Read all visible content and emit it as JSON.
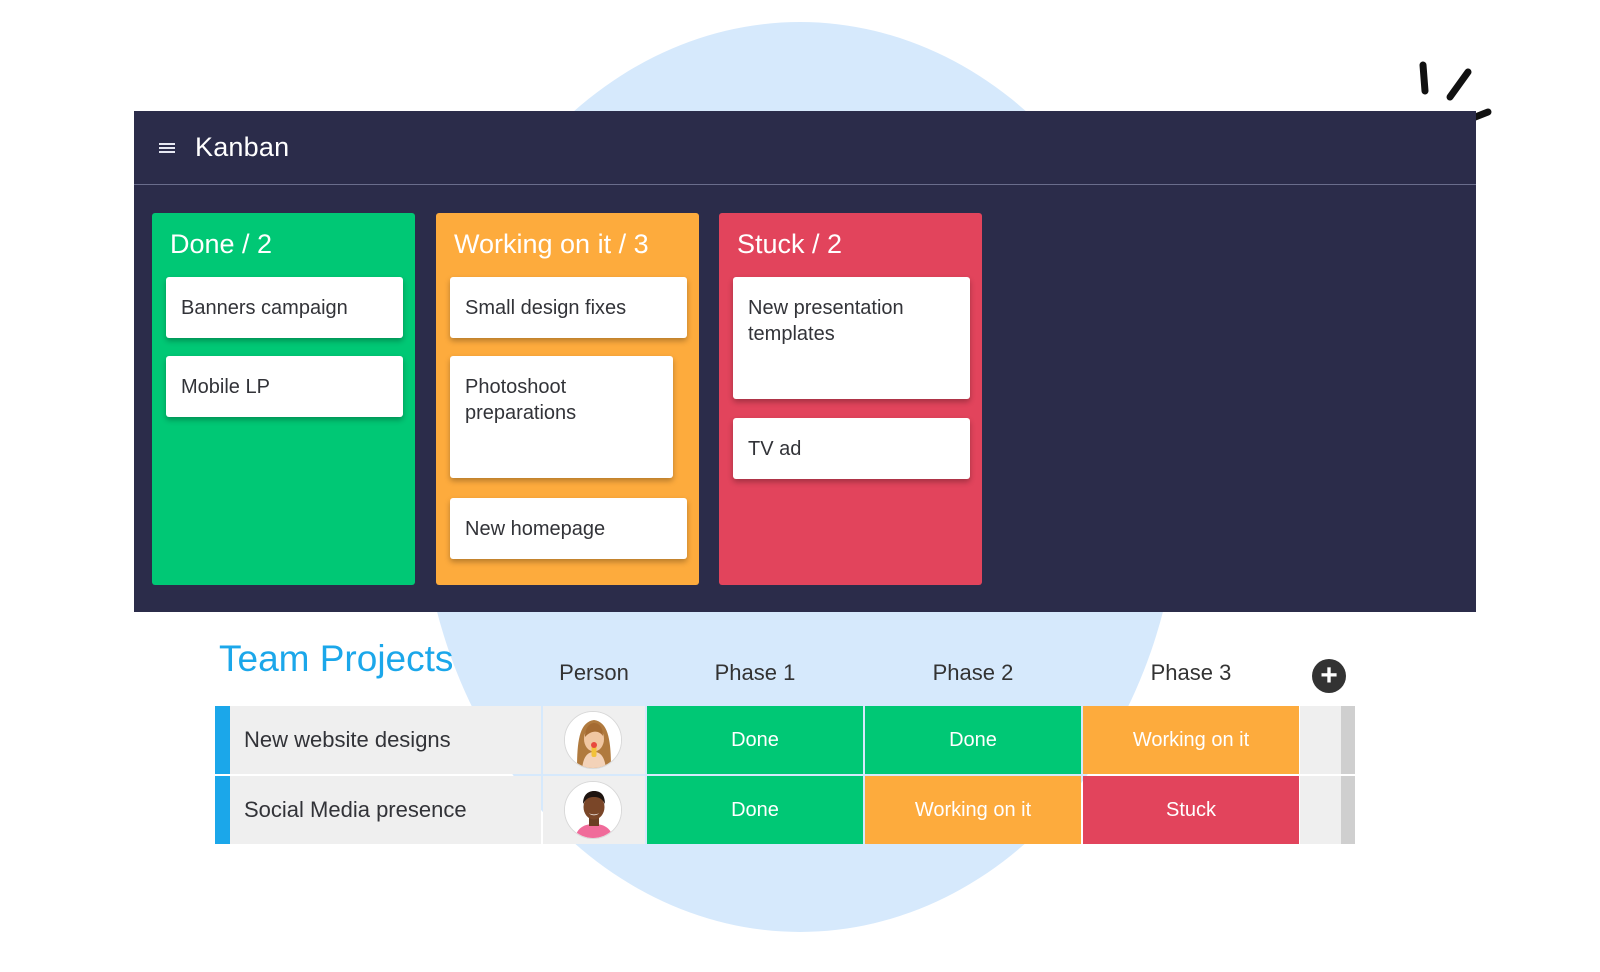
{
  "colors": {
    "board_bg": "#2b2c4a",
    "done": "#00c875",
    "working": "#fdab3d",
    "stuck": "#e2445c",
    "accent": "#1ba7ea",
    "bg_circle": "#d6e9fc"
  },
  "kanban": {
    "title": "Kanban",
    "menu_icon": "hamburger-menu-icon",
    "columns": [
      {
        "title": "Done / 2",
        "status": "done",
        "cards": [
          "Banners campaign",
          "Mobile LP"
        ]
      },
      {
        "title": "Working on it / 3",
        "status": "working",
        "cards": [
          "Small design fixes",
          "Photoshoot preparations",
          "New homepage"
        ]
      },
      {
        "title": "Stuck / 2",
        "status": "stuck",
        "cards": [
          "New presentation templates",
          "TV ad"
        ]
      }
    ]
  },
  "team_projects": {
    "title": "Team Projects",
    "headers": [
      "Person",
      "Phase 1",
      "Phase 2",
      "Phase 3"
    ],
    "add_icon": "plus-circle-icon",
    "rows": [
      {
        "name": "New website designs",
        "person": "woman-avatar",
        "phases": [
          "Done",
          "Done",
          "Working on it"
        ]
      },
      {
        "name": "Social Media presence",
        "person": "man-avatar",
        "phases": [
          "Done",
          "Working on it",
          "Stuck"
        ]
      }
    ]
  }
}
